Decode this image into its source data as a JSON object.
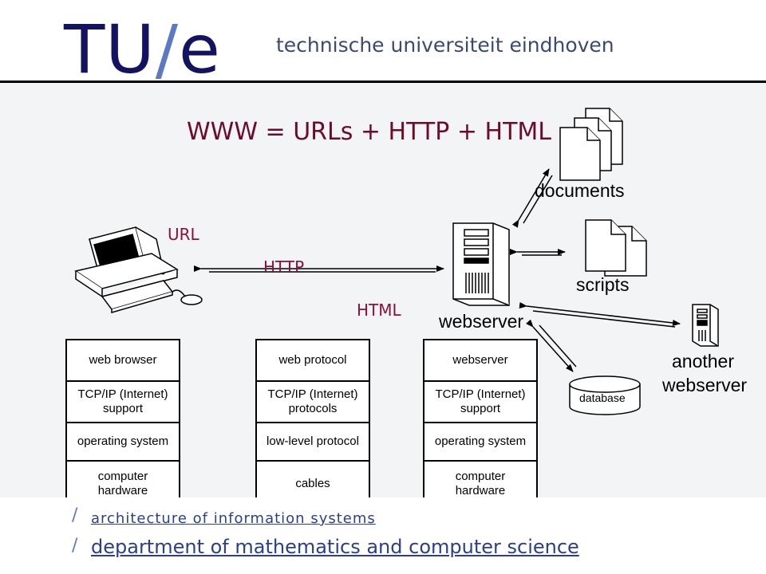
{
  "header": {
    "logo_main": "TU",
    "logo_slash": "/",
    "logo_end": "e",
    "university": "technische universiteit eindhoven"
  },
  "slide": {
    "title": "WWW = URLs + HTTP + HTML",
    "protocols": {
      "url": "URL",
      "http": "HTTP",
      "html": "HTML"
    },
    "servers": {
      "documents": "documents",
      "scripts": "scripts",
      "webserver": "webserver",
      "another": [
        "another",
        "webserver"
      ],
      "database": "database"
    },
    "stacks": [
      {
        "layers": [
          [
            "web browser"
          ],
          [
            "TCP/IP (Internet)",
            "support"
          ],
          [
            "operating system"
          ],
          [
            "computer",
            "hardware"
          ]
        ]
      },
      {
        "layers": [
          [
            "web protocol"
          ],
          [
            "TCP/IP (Internet)",
            "protocols"
          ],
          [
            "low-level protocol"
          ],
          [
            "cables"
          ]
        ]
      },
      {
        "layers": [
          [
            "webserver"
          ],
          [
            "TCP/IP (Internet)",
            "support"
          ],
          [
            "operating system"
          ],
          [
            "computer",
            "hardware"
          ]
        ]
      }
    ]
  },
  "footer": {
    "slash": "/",
    "course": "architecture of information systems",
    "department": "department of mathematics and computer science"
  },
  "colors": {
    "logo": "#131361",
    "slash": "#5c7ac4",
    "title": "#6d0c28",
    "protocol": "#8a1238",
    "link": "#2b3f8c"
  }
}
